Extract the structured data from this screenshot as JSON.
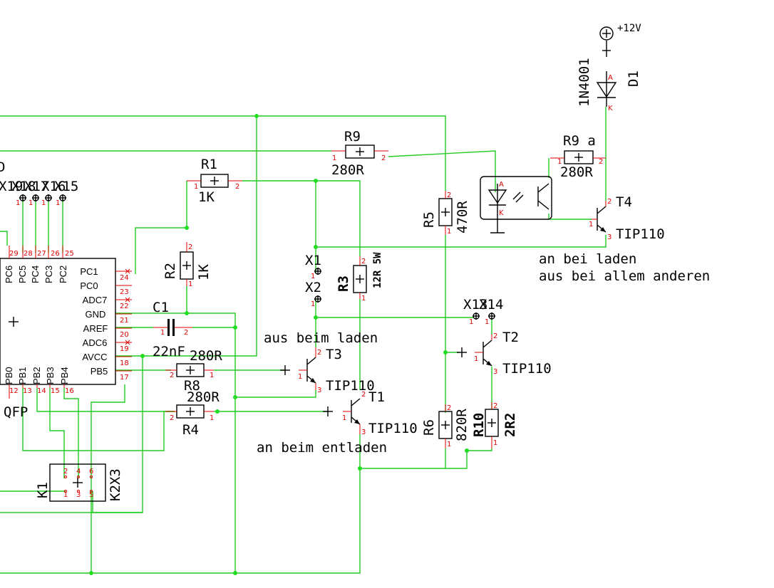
{
  "supply": {
    "label": "+12V"
  },
  "diode": {
    "name": "D1",
    "value": "1N4001",
    "anode": "A",
    "cathode": "K"
  },
  "resistors": {
    "r1": {
      "name": "R1",
      "value": "1K"
    },
    "r2": {
      "name": "R2",
      "value": "1K"
    },
    "r3": {
      "name": "R3",
      "value": "12R 5W"
    },
    "r4": {
      "name": "R4",
      "value": "280R"
    },
    "r5": {
      "name": "R5",
      "value": "470R"
    },
    "r6": {
      "name": "R6",
      "value": "820R"
    },
    "r8": {
      "name": "R8",
      "value": "280R"
    },
    "r9": {
      "name": "R9",
      "value": "280R"
    },
    "r9a": {
      "name": "R9 a",
      "value": "280R"
    },
    "r10": {
      "name": "R10",
      "value": "2R2"
    }
  },
  "capacitor": {
    "name": "C1",
    "value": "22nF"
  },
  "transistors": {
    "t1": {
      "name": "T1",
      "type": "TIP110"
    },
    "t2": {
      "name": "T2",
      "type": "TIP110"
    },
    "t3": {
      "name": "T3",
      "type": "TIP110"
    },
    "t4": {
      "name": "T4",
      "type": "TIP110"
    }
  },
  "connectors": {
    "x1": "X1",
    "x2": "X2",
    "x13": "X13",
    "x14": "X14",
    "x15": "X15",
    "x16": "X16",
    "x17": "X17",
    "x18": "X18",
    "x19": "X19",
    "k1": "K1",
    "k2x3": "K2X3"
  },
  "mcu": {
    "package": "QFP",
    "right_pins": [
      {
        "label": "PC1",
        "num": "24"
      },
      {
        "label": "PC0",
        "num": "23"
      },
      {
        "label": "ADC7",
        "num": "22"
      },
      {
        "label": "GND",
        "num": "21"
      },
      {
        "label": "AREF",
        "num": "20"
      },
      {
        "label": "ADC6",
        "num": "19"
      },
      {
        "label": "AVCC",
        "num": "18"
      },
      {
        "label": "PB5",
        "num": "17"
      }
    ],
    "top_pins": [
      {
        "label": "PC6",
        "num": "29"
      },
      {
        "label": "PC5",
        "num": "28"
      },
      {
        "label": "PC4",
        "num": "27"
      },
      {
        "label": "PC3",
        "num": "26"
      },
      {
        "label": "PC2",
        "num": "25"
      }
    ],
    "bottom_pins": [
      {
        "label": "PB0",
        "num": "12"
      },
      {
        "label": "PB1",
        "num": "13"
      },
      {
        "label": "PB2",
        "num": "14"
      },
      {
        "label": "PB3",
        "num": "15"
      },
      {
        "label": "PB4",
        "num": "16"
      }
    ]
  },
  "annotations": {
    "charge_on": "an bei laden",
    "others_off": "aus bei allem anderen",
    "charge_off": "aus beim laden",
    "discharge_on": "an beim entladen"
  }
}
